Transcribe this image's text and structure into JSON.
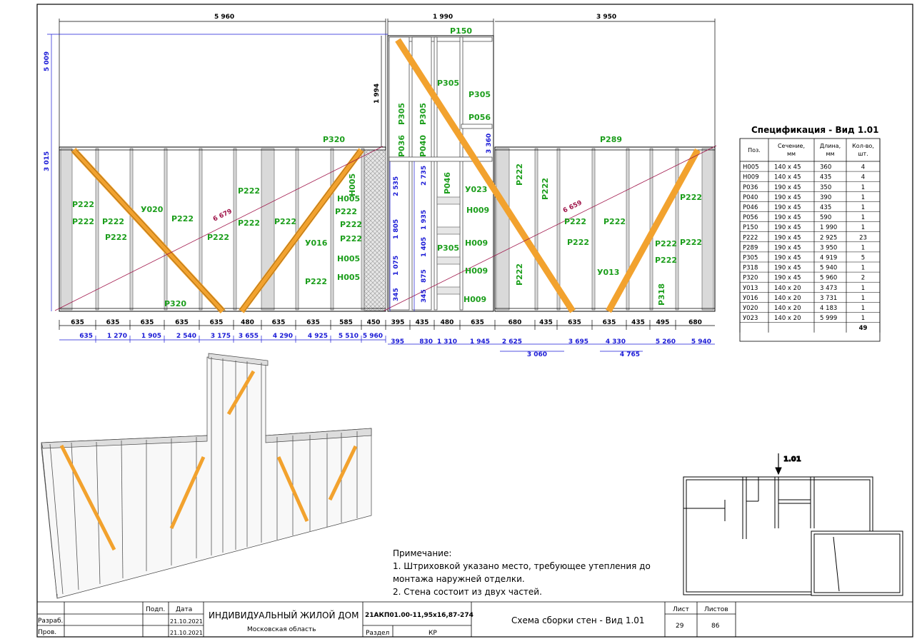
{
  "dims_top": {
    "d1": "5 960",
    "d2": "1 990",
    "d3": "3 950",
    "left_total": "5 009",
    "left_low": "3 015",
    "mid_h": "1 994",
    "right_h": "3 360"
  },
  "diag_lengths": {
    "left": "6 679",
    "right": "6 659"
  },
  "stud_labels": {
    "p150": "Р150",
    "p305a": "Р305",
    "p305b": "Р305",
    "p305c": "Р305",
    "p305d": "Р305",
    "p305e": "Р305",
    "p056": "Р056",
    "p036": "Р036",
    "p040": "Р040",
    "p046": "Р046",
    "p320a": "Р320",
    "p320b": "Р320",
    "p289": "Р289",
    "p318": "Р318",
    "p222": "Р222",
    "u020": "У020",
    "u016": "У016",
    "u023": "У023",
    "u013": "У013",
    "h005": "Н005",
    "h009": "Н009"
  },
  "vert_dims": {
    "a": "2 535",
    "b": "1 805",
    "c": "1 075",
    "d": "345",
    "e": "2 735",
    "f": "1 935",
    "g": "1 405",
    "h": "875",
    "i": "345"
  },
  "bottom_spacing": [
    "635",
    "635",
    "635",
    "635",
    "635",
    "480",
    "635",
    "635",
    "585",
    "450",
    "395",
    "435",
    "480",
    "635",
    "680",
    "435",
    "635",
    "635",
    "435",
    "495",
    "680"
  ],
  "bottom_cumulative_left": [
    "635",
    "1 270",
    "1 905",
    "2 540",
    "3 175",
    "3 655",
    "4 290",
    "4 925",
    "5 510",
    "5 960"
  ],
  "bottom_cumulative_right": [
    "395",
    "830",
    "1 310",
    "1 945",
    "2 625",
    "3 060",
    "3 695",
    "4 330",
    "4 765",
    "5 260",
    "5 940"
  ],
  "spec": {
    "title": "Спецификация - Вид 1.01",
    "headers": [
      "Поз.",
      "Сечение, мм",
      "Длина, мм",
      "Кол-во, шт."
    ],
    "rows": [
      [
        "Н005",
        "140 х 45",
        "360",
        "4"
      ],
      [
        "Н009",
        "140 х 45",
        "435",
        "4"
      ],
      [
        "Р036",
        "190 х 45",
        "350",
        "1"
      ],
      [
        "Р040",
        "190 х 45",
        "390",
        "1"
      ],
      [
        "Р046",
        "190 х 45",
        "435",
        "1"
      ],
      [
        "Р056",
        "190 х 45",
        "590",
        "1"
      ],
      [
        "Р150",
        "190 х 45",
        "1 990",
        "1"
      ],
      [
        "Р222",
        "190 х 45",
        "2 925",
        "23"
      ],
      [
        "Р289",
        "190 х 45",
        "3 950",
        "1"
      ],
      [
        "Р305",
        "190 х 45",
        "4 919",
        "5"
      ],
      [
        "Р318",
        "190 х 45",
        "5 940",
        "1"
      ],
      [
        "Р320",
        "190 х 45",
        "5 960",
        "2"
      ],
      [
        "У013",
        "140 х 20",
        "3 473",
        "1"
      ],
      [
        "У016",
        "140 х 20",
        "3 731",
        "1"
      ],
      [
        "У020",
        "140 х 20",
        "4 183",
        "1"
      ],
      [
        "У023",
        "140 х 20",
        "5 999",
        "1"
      ]
    ],
    "total": "49"
  },
  "view_marker": "1.01",
  "note": {
    "heading": "Примечание:",
    "line1": "1. Штриховкой указано место, требующее утепления до",
    "line2": "монтажа наружней отделки.",
    "line3": "2. Стена состоит из двух частей."
  },
  "title_block": {
    "podp": "Подп.",
    "data": "Дата",
    "razrab": "Разраб.",
    "prov": "Пров.",
    "date1": "21.10.2021",
    "date2": "21.10.2021",
    "project": "ИНДИВИДУАЛЬНЫЙ ЖИЛОЙ ДОМ",
    "region": "Московская область",
    "code": "21АКП01.00-11,95х16,87-274",
    "razdel": "Раздел",
    "razdel_val": "КР",
    "sheet_name": "Схема сборки стен - Вид 1.01",
    "list": "Лист",
    "listov": "Листов",
    "list_val": "29",
    "listov_val": "86"
  },
  "colors": {
    "brace": "#f2a22e",
    "label": "#1c9e1c",
    "dim_blue": "#1a1ad6",
    "diag_line": "#a0154a"
  }
}
